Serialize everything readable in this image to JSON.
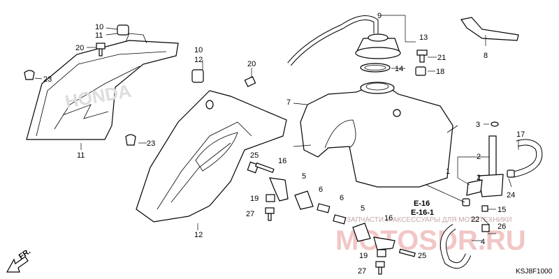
{
  "callouts": {
    "c1": "1",
    "c2a": "2",
    "c2b": "2",
    "c3": "3",
    "c4": "4",
    "c5a": "5",
    "c5b": "5",
    "c6a": "6",
    "c6b": "6",
    "c7": "7",
    "c8": "8",
    "c9": "9",
    "c10a": "10",
    "c11a": "11",
    "c10b": "10",
    "c12a": "12",
    "c11b": "11",
    "c12b": "12",
    "c13": "13",
    "c14": "14",
    "c15": "15",
    "c16a": "16",
    "c16b": "16",
    "c17": "17",
    "c18": "18",
    "c19a": "19",
    "c19b": "19",
    "c20a": "20",
    "c20b": "20",
    "c21": "21",
    "c22": "22",
    "c23a": "23",
    "c23b": "23",
    "c24": "24",
    "c25a": "25",
    "c25b": "25",
    "c26": "26",
    "c27a": "27",
    "c27b": "27"
  },
  "refs": {
    "r1": "E-16",
    "r2": "E-16-1"
  },
  "direction_label": "FR.",
  "diagram_code": "KSJ8F1000",
  "watermark": {
    "text": "ЗАПЧАСТИ И АКСЕССУАРЫ ДЛЯ МОТОТЕХНИКИ",
    "logo": "MOTOSDR.RU"
  },
  "decal_text": "HONDA",
  "colors": {
    "line": "#000000",
    "watermark": "#e8a8a8"
  }
}
